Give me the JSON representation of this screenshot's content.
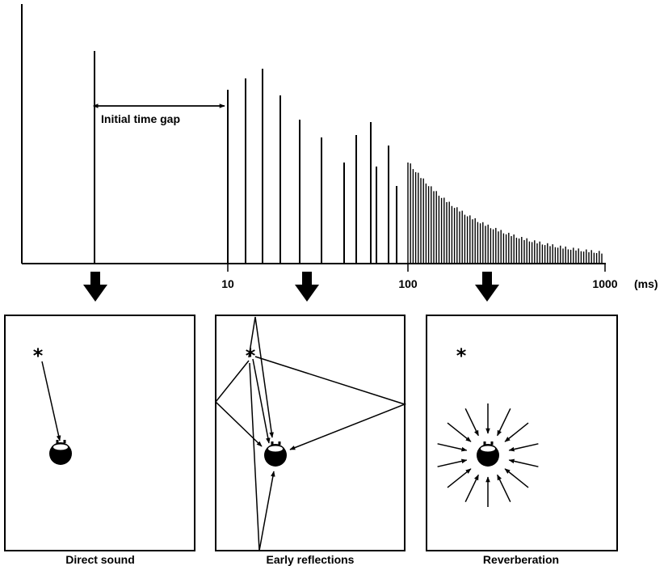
{
  "diagram": {
    "gap_label": "Initial time gap",
    "axis_unit": "(ms)",
    "ticks": [
      "10",
      "100",
      "1000"
    ],
    "panels": [
      {
        "caption": "Direct sound",
        "source_symbol": "*"
      },
      {
        "caption": "Early reflections",
        "source_symbol": "*"
      },
      {
        "caption": "Reverberation",
        "source_symbol": "*"
      }
    ]
  }
}
